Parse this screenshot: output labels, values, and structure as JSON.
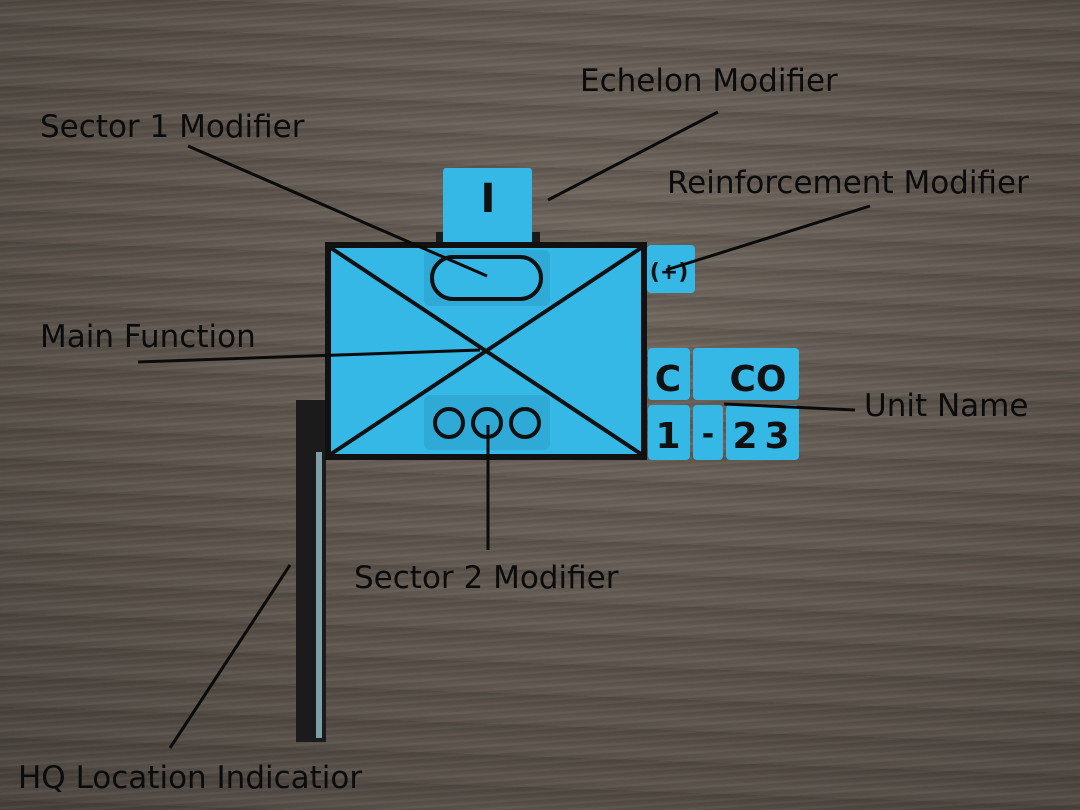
{
  "labels": {
    "echelon": "Echelon Modifier",
    "sector1": "Sector 1 Modifier",
    "reinforcement": "Reinforcement Modifier",
    "main_function": "Main Function",
    "unit_name": "Unit Name",
    "sector2": "Sector 2 Modifier",
    "hq": "HQ Location Indicatior"
  },
  "symbol": {
    "echelon_mark": "I",
    "reinforcement_mark": "(+)",
    "unit_name_row1": [
      "C",
      "CO"
    ],
    "unit_name_row2": [
      "1",
      "-",
      "2",
      "3"
    ]
  },
  "colors": {
    "piece": "#35b8e6",
    "outline": "#111111",
    "wood": "#5b534b"
  }
}
